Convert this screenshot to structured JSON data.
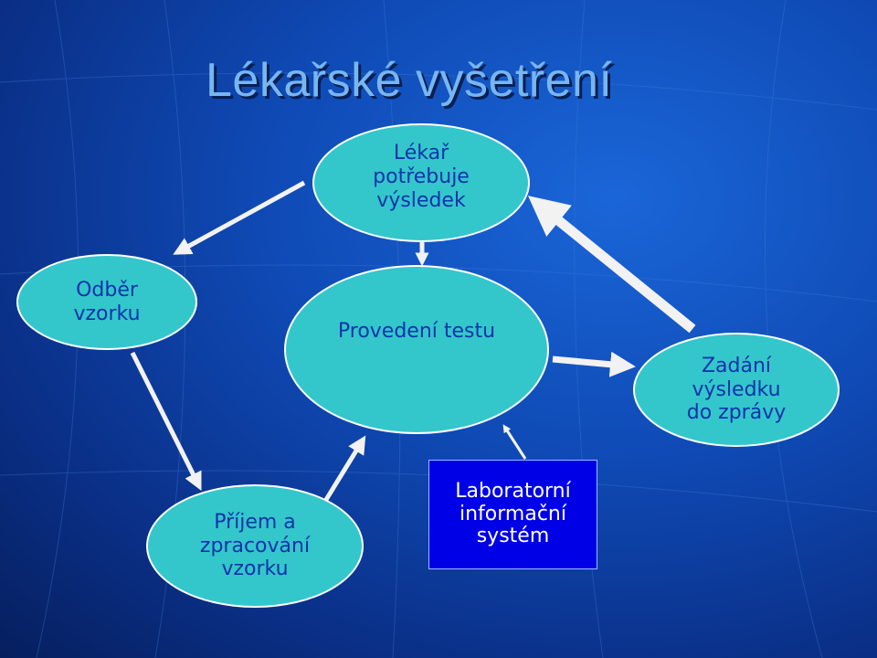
{
  "title": "Lékařské  vyšetření",
  "nodes": {
    "lekar": "Lékař\npotřebuje\nvýsledek",
    "odber": "Odběr\nvzorku",
    "provedeni": "Provedení testu",
    "zadani": "Zadání\nvýsledku\ndo zprávy",
    "prijem": "Příjem a\nzpracování\nvzorku",
    "lis": "Laboratorní\ninformační\nsystém"
  },
  "colors": {
    "node_fill": "#33c7cc",
    "node_text": "#1133aa",
    "lis_fill": "#0000e6",
    "arrow": "#f2f2f2",
    "title": "#78b6f2"
  }
}
